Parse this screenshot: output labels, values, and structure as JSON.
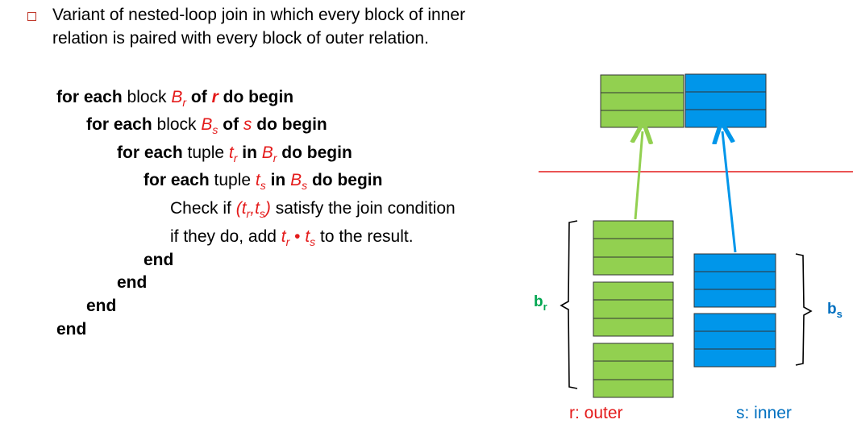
{
  "bullet": {
    "icon": "square-bullet-icon",
    "text": "Variant of nested-loop join in which every block of inner relation is paired with every block of outer relation."
  },
  "pseudocode": {
    "l1": {
      "kw1": "for each",
      "t1": " block ",
      "var": "B",
      "sub": "r",
      "kw2": " of ",
      "rel": "r",
      "kw3": " do begin"
    },
    "l2": {
      "kw1": "for each",
      "t1": " block ",
      "var": "B",
      "sub": "s",
      "kw2": " of ",
      "rel": "s",
      "kw3": " do begin"
    },
    "l3": {
      "kw1": "for each",
      "t1": " tuple ",
      "var": "t",
      "sub": "r",
      "kw2": " in ",
      "var2": "B",
      "sub2": "r",
      "kw3": " do begin"
    },
    "l4": {
      "kw1": "for each",
      "t1": " tuple ",
      "var": "t",
      "sub": "s",
      "kw2": " in ",
      "var2": "B",
      "sub2": "s",
      "kw3": " do begin"
    },
    "l5": {
      "t1": "Check if ",
      "open": "(",
      "v1": "t",
      "s1": "r",
      "comma": ",",
      "v2": "t",
      "s2": "s",
      "close": ")",
      "t2": " satisfy the join condition"
    },
    "l6": {
      "t1": "if they do, add ",
      "v1": "t",
      "s1": "r",
      "dot": " • ",
      "v2": "t",
      "s2": "s",
      "t2": " to the result."
    },
    "end": "end"
  },
  "diagram": {
    "colors": {
      "outer": "#92d050",
      "inner": "#0096ea",
      "line": "#e41b1b",
      "br_label": "#00a650",
      "bs_label": "#0070c0",
      "bracket": "#000000"
    },
    "br_label": "b",
    "br_sub": "r",
    "bs_label": "b",
    "bs_sub": "s",
    "outer_caption": "r: outer",
    "inner_caption": "s: inner"
  }
}
